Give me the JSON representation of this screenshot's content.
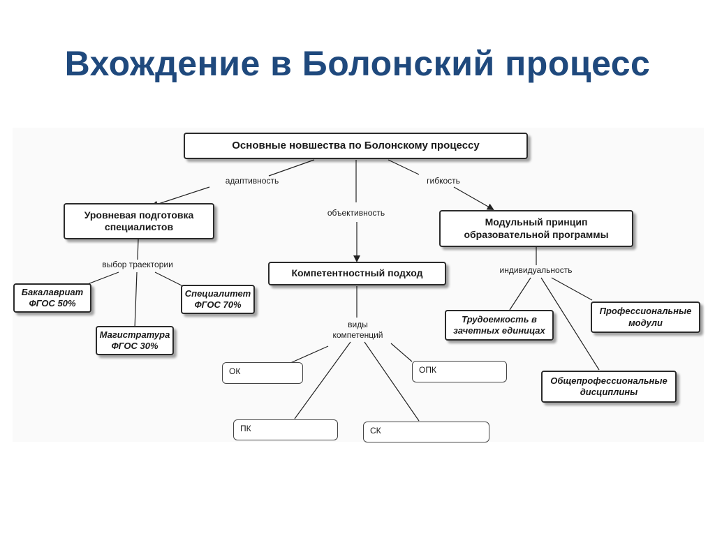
{
  "title": "Вхождение в Болонский процесс",
  "diagram": {
    "root": "Основные новшества по Болонскому процессу",
    "edges": {
      "adaptivity": "адаптивность",
      "objectivity": "объективность",
      "flexibility": "гибкость",
      "trajectory": "выбор траектории",
      "competence_types": "виды\nкомпетенций",
      "individuality": "индивидуальность"
    },
    "level_training": "Уровневая подготовка\nспециалистов",
    "competence_approach": "Компетентностный подход",
    "modular_principle": "Модульный принцип\nобразовательной программы",
    "bachelor": "Бакалавриат\nФГОС 50%",
    "master": "Магистратура\nФГОС 30%",
    "specialist": "Специалитет\nФГОС 70%",
    "ok": "ОК",
    "opk": "ОПК",
    "pk": "ПК",
    "sk": "СК",
    "labor_intensity": "Трудоемкость в\nзачетных единицах",
    "professional_modules": "Профессиональные\nмодули",
    "general_disciplines": "Общепрофессиональные\nдисциплины"
  }
}
